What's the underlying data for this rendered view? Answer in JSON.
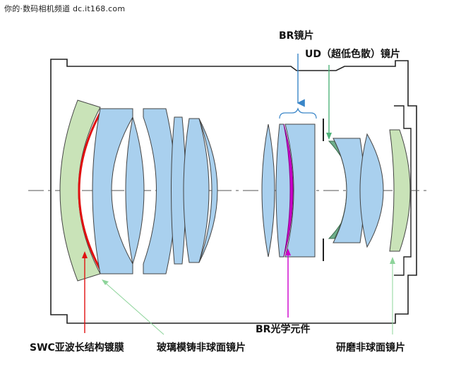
{
  "watermark": "你的·数码相机频道 dc.it168.com",
  "labels": {
    "br_lens": "BR镜片",
    "ud_lens": "UD（超低色散）镜片",
    "br_element": "BR光学元件",
    "swc_coating": "SWC亚波长结构镀膜",
    "glass_molded_aspherical": "玻璃模铸非球面镜片",
    "ground_aspherical": "研磨非球面镜片"
  },
  "colors": {
    "glass": "#a9d0ee",
    "asph_green": "#c9e3b8",
    "ud_green": "#6fae8b",
    "br_magenta": "#cc00cc",
    "swc_red": "#e01010",
    "pointer_blue": "#3a86c8",
    "pointer_green": "#8dd49a",
    "barrel": "#222222"
  }
}
